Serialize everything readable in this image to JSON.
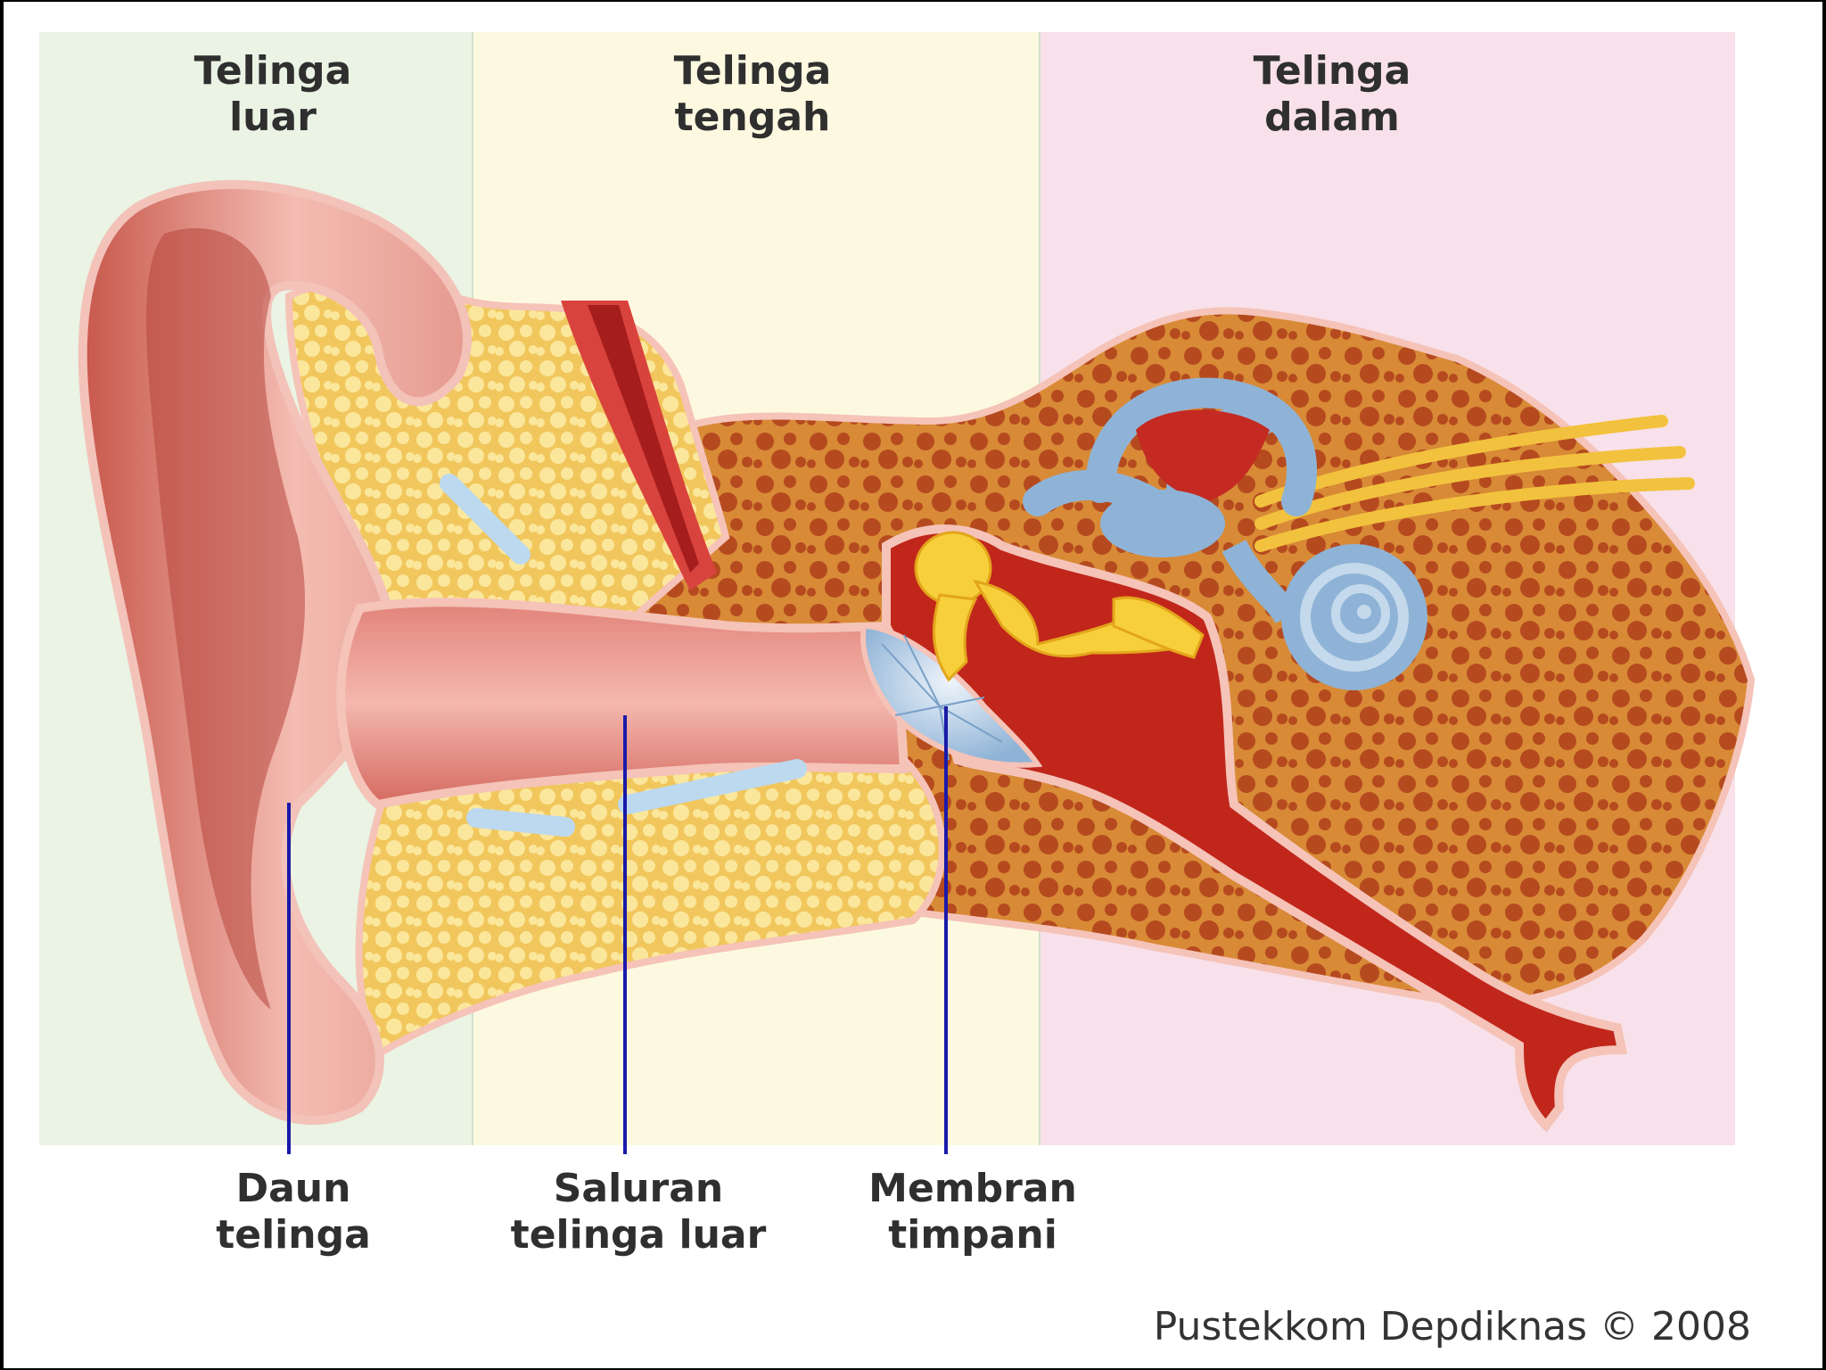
{
  "regions": [
    {
      "id": "outer",
      "label": "Telinga\nluar",
      "color": "#eaf3e4"
    },
    {
      "id": "middle",
      "label": "Telinga\ntengah",
      "color": "#fdf9e1"
    },
    {
      "id": "inner",
      "label": "Telinga\ndalam",
      "color": "#f8e1ea"
    }
  ],
  "callouts": [
    {
      "id": "pinna",
      "label": "Daun\ntelinga"
    },
    {
      "id": "ear-canal",
      "label": "Saluran\ntelinga luar"
    },
    {
      "id": "eardrum",
      "label": "Membran\ntimpani"
    }
  ],
  "credit": "Pustekkom Depdiknas © 2008",
  "colors": {
    "pointer_line": "#1a1aa8",
    "skin": "#f2b3aa",
    "skin_dark": "#b8493f",
    "fat": "#f4d37a",
    "fat_blob": "#fbe79c",
    "bone": "#d9832f",
    "bone_cavity": "#b9471d",
    "labyrinth": "#8fb3d6",
    "ossicles": "#f7cf3a",
    "nerve": "#f2c23e",
    "tube": "#c1261b"
  }
}
